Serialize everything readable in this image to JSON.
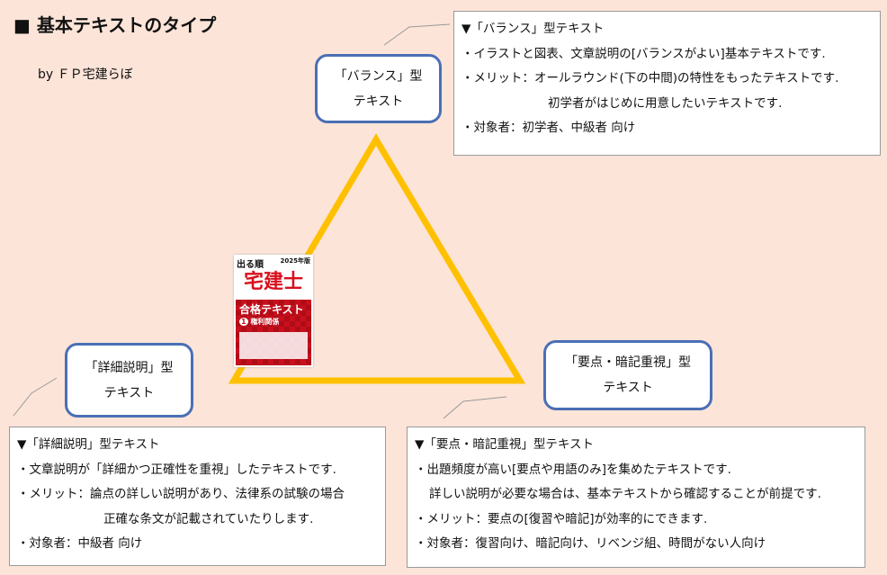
{
  "title": "■ 基本テキストのタイプ",
  "byline": "by ＦＰ宅建らぼ",
  "colors": {
    "background": "#fce4d8",
    "triangle": "#ffc000",
    "node_border": "#4a6fb5"
  },
  "nodes": {
    "balance": [
      "「バランス」型",
      "テキスト"
    ],
    "detail": [
      "「詳細説明」型",
      "テキスト"
    ],
    "key": [
      "「要点・暗記重視」型",
      "テキスト"
    ]
  },
  "info": {
    "balance": [
      "▼「バランス」型テキスト",
      "・イラストと図表、文章説明の[バランスがよい]基本テキストです.",
      "・メリット：オールラウンド(下の中間)の特性をもったテキストです.",
      "初学者がはじめに用意したいテキストです.",
      "・対象者：初学者、中級者 向け"
    ],
    "detail": [
      "▼「詳細説明」型テキスト",
      "・文章説明が「詳細かつ正確性を重視」したテキストです.",
      "・メリット：論点の詳しい説明があり、法律系の試験の場合",
      "正確な条文が記載されていたりします.",
      "・対象者：中級者 向け"
    ],
    "key": [
      "▼「要点・暗記重視」型テキスト",
      "・出題頻度が高い[要点や用語のみ]を集めたテキストです.",
      "詳しい説明が必要な場合は、基本テキストから確認することが前提です.",
      "・メリット：要点の[復習や暗記]が効率的にできます.",
      "・対象者：復習向け、暗記向け、リベンジ組、時間がない人向け"
    ]
  },
  "book": {
    "series": "出る順",
    "year": "2025年版",
    "title": "宅建士",
    "subtitle": "合格テキスト",
    "volume": "1",
    "volume_title": "権利関係"
  }
}
